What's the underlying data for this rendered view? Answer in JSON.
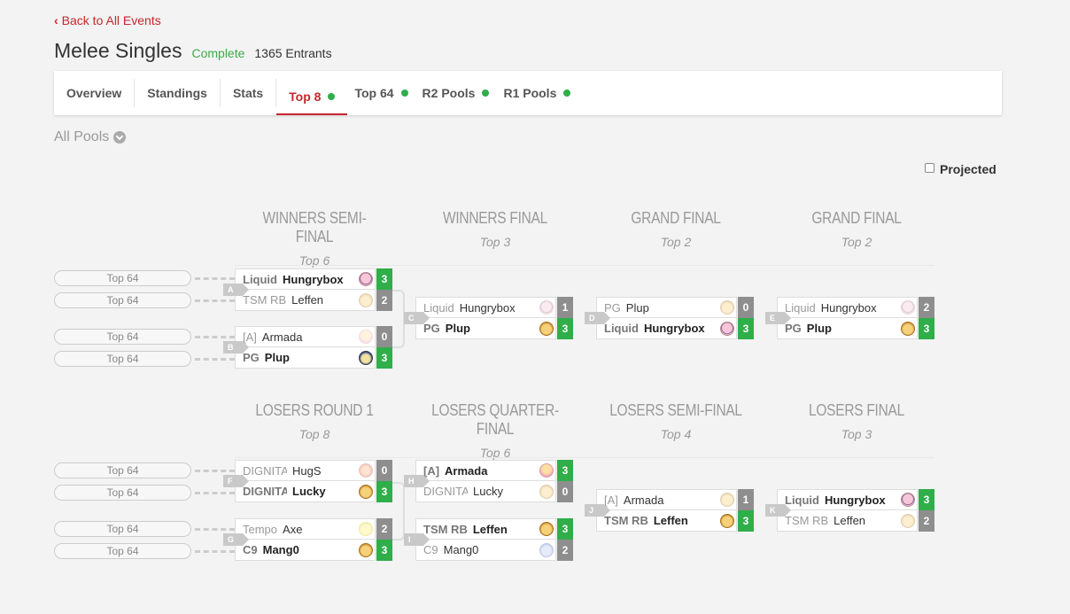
{
  "nav": {
    "back_label": "Back to All Events"
  },
  "event": {
    "title": "Melee Singles",
    "status": "Complete",
    "entrants": "1365 Entrants"
  },
  "tabs": [
    {
      "label": "Overview",
      "active": false,
      "live": false
    },
    {
      "label": "Standings",
      "active": false,
      "live": false
    },
    {
      "label": "Stats",
      "active": false,
      "live": false
    },
    {
      "label": "Top 8",
      "active": true,
      "live": true
    },
    {
      "label": "Top 64",
      "active": false,
      "live": true
    },
    {
      "label": "R2 Pools",
      "active": false,
      "live": true
    },
    {
      "label": "R1 Pools",
      "active": false,
      "live": true
    }
  ],
  "pools_selector": "All Pools",
  "projected_label": "Projected",
  "rounds": {
    "winners_semi": {
      "title": "WINNERS SEMI-FINAL",
      "sub": "Top 6"
    },
    "winners_final": {
      "title": "WINNERS FINAL",
      "sub": "Top 3"
    },
    "grand_final_1": {
      "title": "GRAND FINAL",
      "sub": "Top 2"
    },
    "grand_final_2": {
      "title": "GRAND FINAL",
      "sub": "Top 2"
    },
    "losers_r1": {
      "title": "LOSERS ROUND 1",
      "sub": "Top 8"
    },
    "losers_qf": {
      "title": "LOSERS QUARTER-FINAL",
      "sub": "Top 6"
    },
    "losers_sf": {
      "title": "LOSERS SEMI-FINAL",
      "sub": "Top 4"
    },
    "losers_final": {
      "title": "LOSERS FINAL",
      "sub": "Top 3"
    }
  },
  "seed_label": "Top 64",
  "matches": {
    "A": {
      "label": "A",
      "p1": {
        "tag": "Liquid",
        "name": "Hungrybox",
        "score": "3",
        "win": true,
        "char": "jigglypuff-icon"
      },
      "p2": {
        "tag": "TSM RB",
        "name": "Leffen",
        "score": "2",
        "win": false,
        "char": "fox-icon"
      }
    },
    "B": {
      "label": "B",
      "p1": {
        "tag": "[A]",
        "name": "Armada",
        "score": "0",
        "win": false,
        "char": "peach-icon"
      },
      "p2": {
        "tag": "PG",
        "name": "Plup",
        "score": "3",
        "win": true,
        "char": "sheik-icon"
      }
    },
    "C": {
      "label": "C",
      "p1": {
        "tag": "Liquid",
        "name": "Hungrybox",
        "score": "1",
        "win": false,
        "char": "jigglypuff-icon"
      },
      "p2": {
        "tag": "PG",
        "name": "Plup",
        "score": "3",
        "win": true,
        "char": "fox-icon"
      }
    },
    "D": {
      "label": "D",
      "p1": {
        "tag": "PG",
        "name": "Plup",
        "score": "0",
        "win": false,
        "char": "fox-icon"
      },
      "p2": {
        "tag": "Liquid",
        "name": "Hungrybox",
        "score": "3",
        "win": true,
        "char": "jigglypuff-icon"
      }
    },
    "E": {
      "label": "E",
      "p1": {
        "tag": "Liquid",
        "name": "Hungrybox",
        "score": "2",
        "win": false,
        "char": "jigglypuff-icon"
      },
      "p2": {
        "tag": "PG",
        "name": "Plup",
        "score": "3",
        "win": true,
        "char": "fox-icon"
      }
    },
    "F": {
      "label": "F",
      "p1": {
        "tag": "DIGNITAS",
        "name": "HugS",
        "score": "0",
        "win": false,
        "char": "samus-icon"
      },
      "p2": {
        "tag": "DIGNITAS",
        "name": "Lucky",
        "score": "3",
        "win": true,
        "char": "fox-icon"
      }
    },
    "G": {
      "label": "G",
      "p1": {
        "tag": "Tempo",
        "name": "Axe",
        "score": "2",
        "win": false,
        "char": "pikachu-icon"
      },
      "p2": {
        "tag": "C9",
        "name": "Mang0",
        "score": "3",
        "win": true,
        "char": "fox-icon"
      }
    },
    "H": {
      "label": "H",
      "p1": {
        "tag": "[A]",
        "name": "Armada",
        "score": "3",
        "win": true,
        "char": "peach-icon"
      },
      "p2": {
        "tag": "DIGNITAS",
        "name": "Lucky",
        "score": "0",
        "win": false,
        "char": "fox-icon"
      }
    },
    "I": {
      "label": "I",
      "p1": {
        "tag": "TSM RB",
        "name": "Leffen",
        "score": "3",
        "win": true,
        "char": "fox-icon"
      },
      "p2": {
        "tag": "C9",
        "name": "Mang0",
        "score": "2",
        "win": false,
        "char": "falco-icon"
      }
    },
    "J": {
      "label": "J",
      "p1": {
        "tag": "[A]",
        "name": "Armada",
        "score": "1",
        "win": false,
        "char": "fox-icon"
      },
      "p2": {
        "tag": "TSM RB",
        "name": "Leffen",
        "score": "3",
        "win": true,
        "char": "fox-icon"
      }
    },
    "K": {
      "label": "K",
      "p1": {
        "tag": "Liquid",
        "name": "Hungrybox",
        "score": "3",
        "win": true,
        "char": "jigglypuff-icon"
      },
      "p2": {
        "tag": "TSM RB",
        "name": "Leffen",
        "score": "2",
        "win": false,
        "char": "fox-icon"
      }
    }
  },
  "colors": {
    "brand_red": "#c7262e",
    "win_green": "#2fae4a",
    "lose_gray": "#8e8e8e",
    "status_green": "#3cab4a"
  }
}
